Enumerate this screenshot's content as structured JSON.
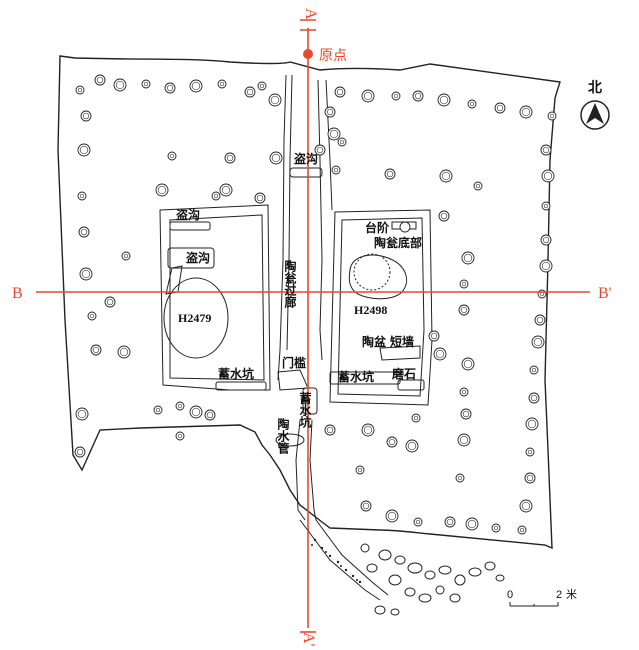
{
  "labels": {
    "origin": "原点",
    "north": "北",
    "section_a_top": "A",
    "section_a_bottom": "A'",
    "section_b_left": "B",
    "section_b_right": "B'",
    "daogou_1": "盗沟",
    "daogou_2": "盗沟",
    "daogou_3": "盗沟",
    "h2479": "H2479",
    "h2498": "H2498",
    "taojie": "台阶",
    "taodibu": "陶瓮底部",
    "taowen": "陶瓮",
    "guolang": "过廊",
    "menkan": "门槛",
    "xushuikeng_left": "蓄水坑",
    "xushuikeng_center": "蓄水坑",
    "xushuikeng_right": "蓄水坑",
    "taopen": "陶盆",
    "duanqiang": "短墙",
    "moshi": "磨石",
    "taoshuiguan": "陶水管",
    "scale_zero": "0",
    "scale_two": "2",
    "scale_unit": "米"
  },
  "colors": {
    "accent": "#e8492c",
    "line": "#222222"
  }
}
